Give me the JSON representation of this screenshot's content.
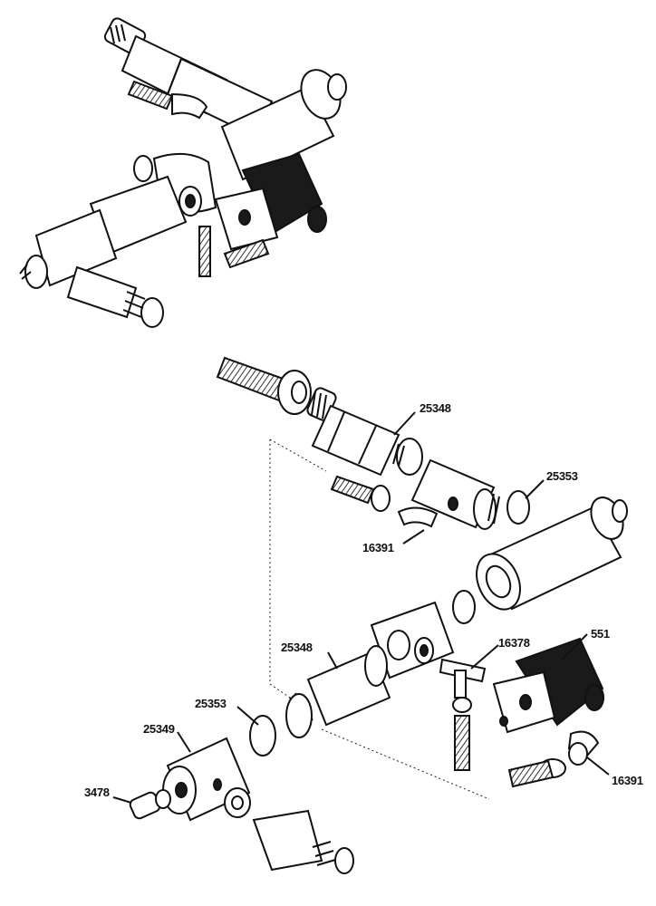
{
  "labels": {
    "l25348_top": "25348",
    "l25353_top": "25353",
    "l16391_left": "16391",
    "l25348_mid": "25348",
    "l16378": "16378",
    "l551": "551",
    "l25353_bot": "25353",
    "l25349": "25349",
    "l3478": "3478",
    "l16391_right": "16391"
  }
}
